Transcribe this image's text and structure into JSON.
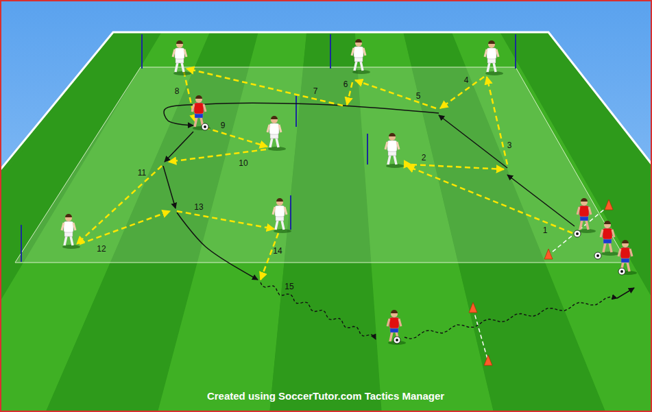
{
  "diagram": {
    "labels": [
      "1",
      "2",
      "3",
      "4",
      "5",
      "6",
      "7",
      "8",
      "9",
      "10",
      "11",
      "12",
      "13",
      "14",
      "15",
      "Created using SoccerTutor.com Tactics Manager"
    ]
  }
}
